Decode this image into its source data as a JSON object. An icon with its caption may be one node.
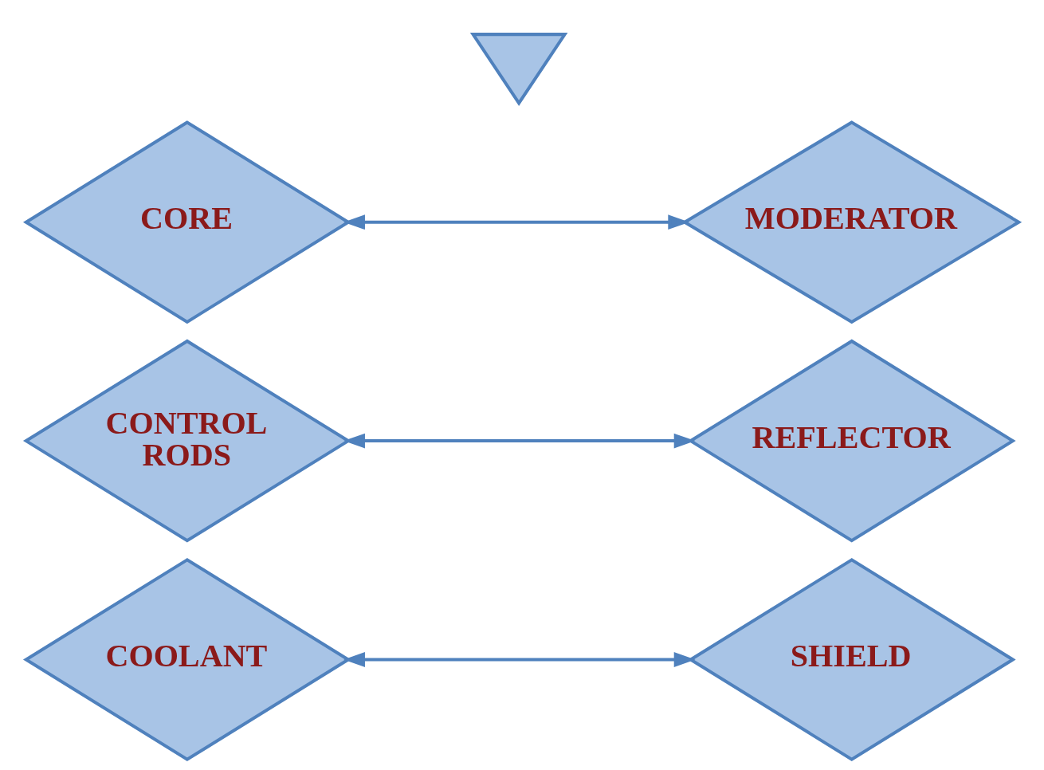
{
  "diagram": {
    "nodes": [
      {
        "text": [],
        "shape": "arrow"
      },
      {
        "text": [
          "CORE"
        ]
      },
      {
        "text": [
          "MODERATOR"
        ]
      },
      {
        "text": [
          "CONTROL RODS"
        ]
      },
      {
        "text": [
          "REFLECTOR"
        ]
      },
      {
        "text": [
          "COOLANT"
        ]
      },
      {
        "text": [
          "SHIELD"
        ]
      }
    ],
    "edges": [
      {
        "from": 1,
        "to": 2,
        "arrow": "both"
      },
      {
        "from": 3,
        "to": 4,
        "arrow": "both"
      },
      {
        "from": 5,
        "to": 6,
        "arrow": "both"
      }
    ]
  }
}
